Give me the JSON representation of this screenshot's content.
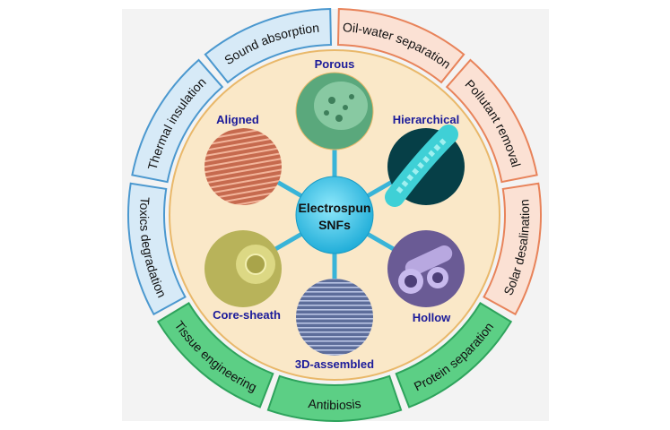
{
  "center": {
    "line1": "Electrospun",
    "line2": "SNFs"
  },
  "morphologies": [
    {
      "label": "Porous"
    },
    {
      "label": "Hierarchical"
    },
    {
      "label": "Hollow"
    },
    {
      "label": "3D-assembled"
    },
    {
      "label": "Core-sheath"
    },
    {
      "label": "Aligned"
    }
  ],
  "applications": {
    "orange": [
      "Oil-water separation",
      "Pollutant removal",
      "Solar desalination"
    ],
    "green": [
      "Protein separation",
      "Antibiosis",
      "Tissue engineering"
    ],
    "blue": [
      "Toxics degradation",
      "Thermal insulation",
      "Sound absorption"
    ]
  },
  "colors": {
    "orange_fill": "#fbe1d4",
    "orange_stroke": "#e8835a",
    "green_fill": "#5ccf85",
    "green_stroke": "#2ea35c",
    "blue_fill": "#d7eaf7",
    "blue_stroke": "#4b98cf",
    "inner_ring": "#fae8c8",
    "inner_ring_stroke": "#e9b86a",
    "center": "#39c6e8",
    "spoke": "#39b4d8",
    "label": "#1a1a9a"
  }
}
